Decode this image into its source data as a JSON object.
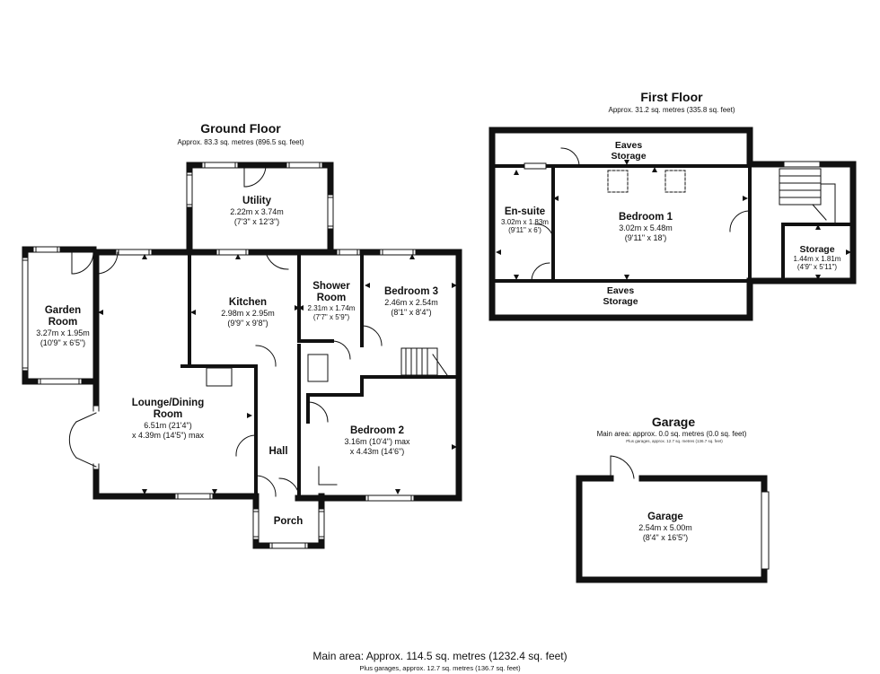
{
  "ground_floor": {
    "title": "Ground Floor",
    "area": "Approx. 83.3 sq. metres (896.5 sq. feet)",
    "rooms": {
      "utility": {
        "name": "Utility",
        "dims": [
          "2.22m x 3.74m",
          "(7'3\" x 12'3\")"
        ]
      },
      "garden_room": {
        "name": "Garden\nRoom",
        "dims": [
          "3.27m x 1.95m",
          "(10'9\" x 6'5\")"
        ]
      },
      "kitchen": {
        "name": "Kitchen",
        "dims": [
          "2.98m x 2.95m",
          "(9'9\" x 9'8\")"
        ]
      },
      "shower_room": {
        "name": "Shower\nRoom",
        "dims": [
          "2.31m x 1.74m",
          "(7'7\" x 5'9\")"
        ]
      },
      "bedroom_3": {
        "name": "Bedroom 3",
        "dims": [
          "2.46m x 2.54m",
          "(8'1\" x 8'4\")"
        ]
      },
      "lounge": {
        "name": "Lounge/Dining\nRoom",
        "dims": [
          "6.51m (21'4\")",
          "x 4.39m (14'5\") max"
        ]
      },
      "bedroom_2": {
        "name": "Bedroom 2",
        "dims": [
          "3.16m (10'4\") max",
          "x 4.43m (14'6\")"
        ]
      },
      "hall": {
        "name": "Hall"
      },
      "porch": {
        "name": "Porch"
      }
    }
  },
  "first_floor": {
    "title": "First Floor",
    "area": "Approx. 31.2 sq. metres (335.8 sq. feet)",
    "rooms": {
      "eaves_top": {
        "name": "Eaves\nStorage"
      },
      "eaves_bottom": {
        "name": "Eaves\nStorage"
      },
      "en_suite": {
        "name": "En-suite",
        "dims": [
          "3.02m x 1.83m",
          "(9'11\" x 6')"
        ]
      },
      "bedroom_1": {
        "name": "Bedroom 1",
        "dims": [
          "3.02m x 5.48m",
          "(9'11\" x 18')"
        ]
      },
      "storage": {
        "name": "Storage",
        "dims": [
          "1.44m x 1.81m",
          "(4'9\" x 5'11\")"
        ]
      }
    }
  },
  "garage": {
    "title": "Garage",
    "area": "Main area: approx. 0.0 sq. metres (0.0 sq. feet)",
    "area_note": "Plus garages, approx. 12.7 sq. metres (136.7 sq. feet)",
    "room": {
      "name": "Garage",
      "dims": [
        "2.54m x 5.00m",
        "(8'4\" x 16'5\")"
      ]
    }
  },
  "footer": {
    "main": "Main area: Approx. 114.5 sq. metres (1232.4 sq. feet)",
    "note": "Plus garages, approx. 12.7 sq. metres (136.7 sq. feet)"
  },
  "colors": {
    "wall": "#111111",
    "window": "#ffffff",
    "background": "#ffffff"
  }
}
